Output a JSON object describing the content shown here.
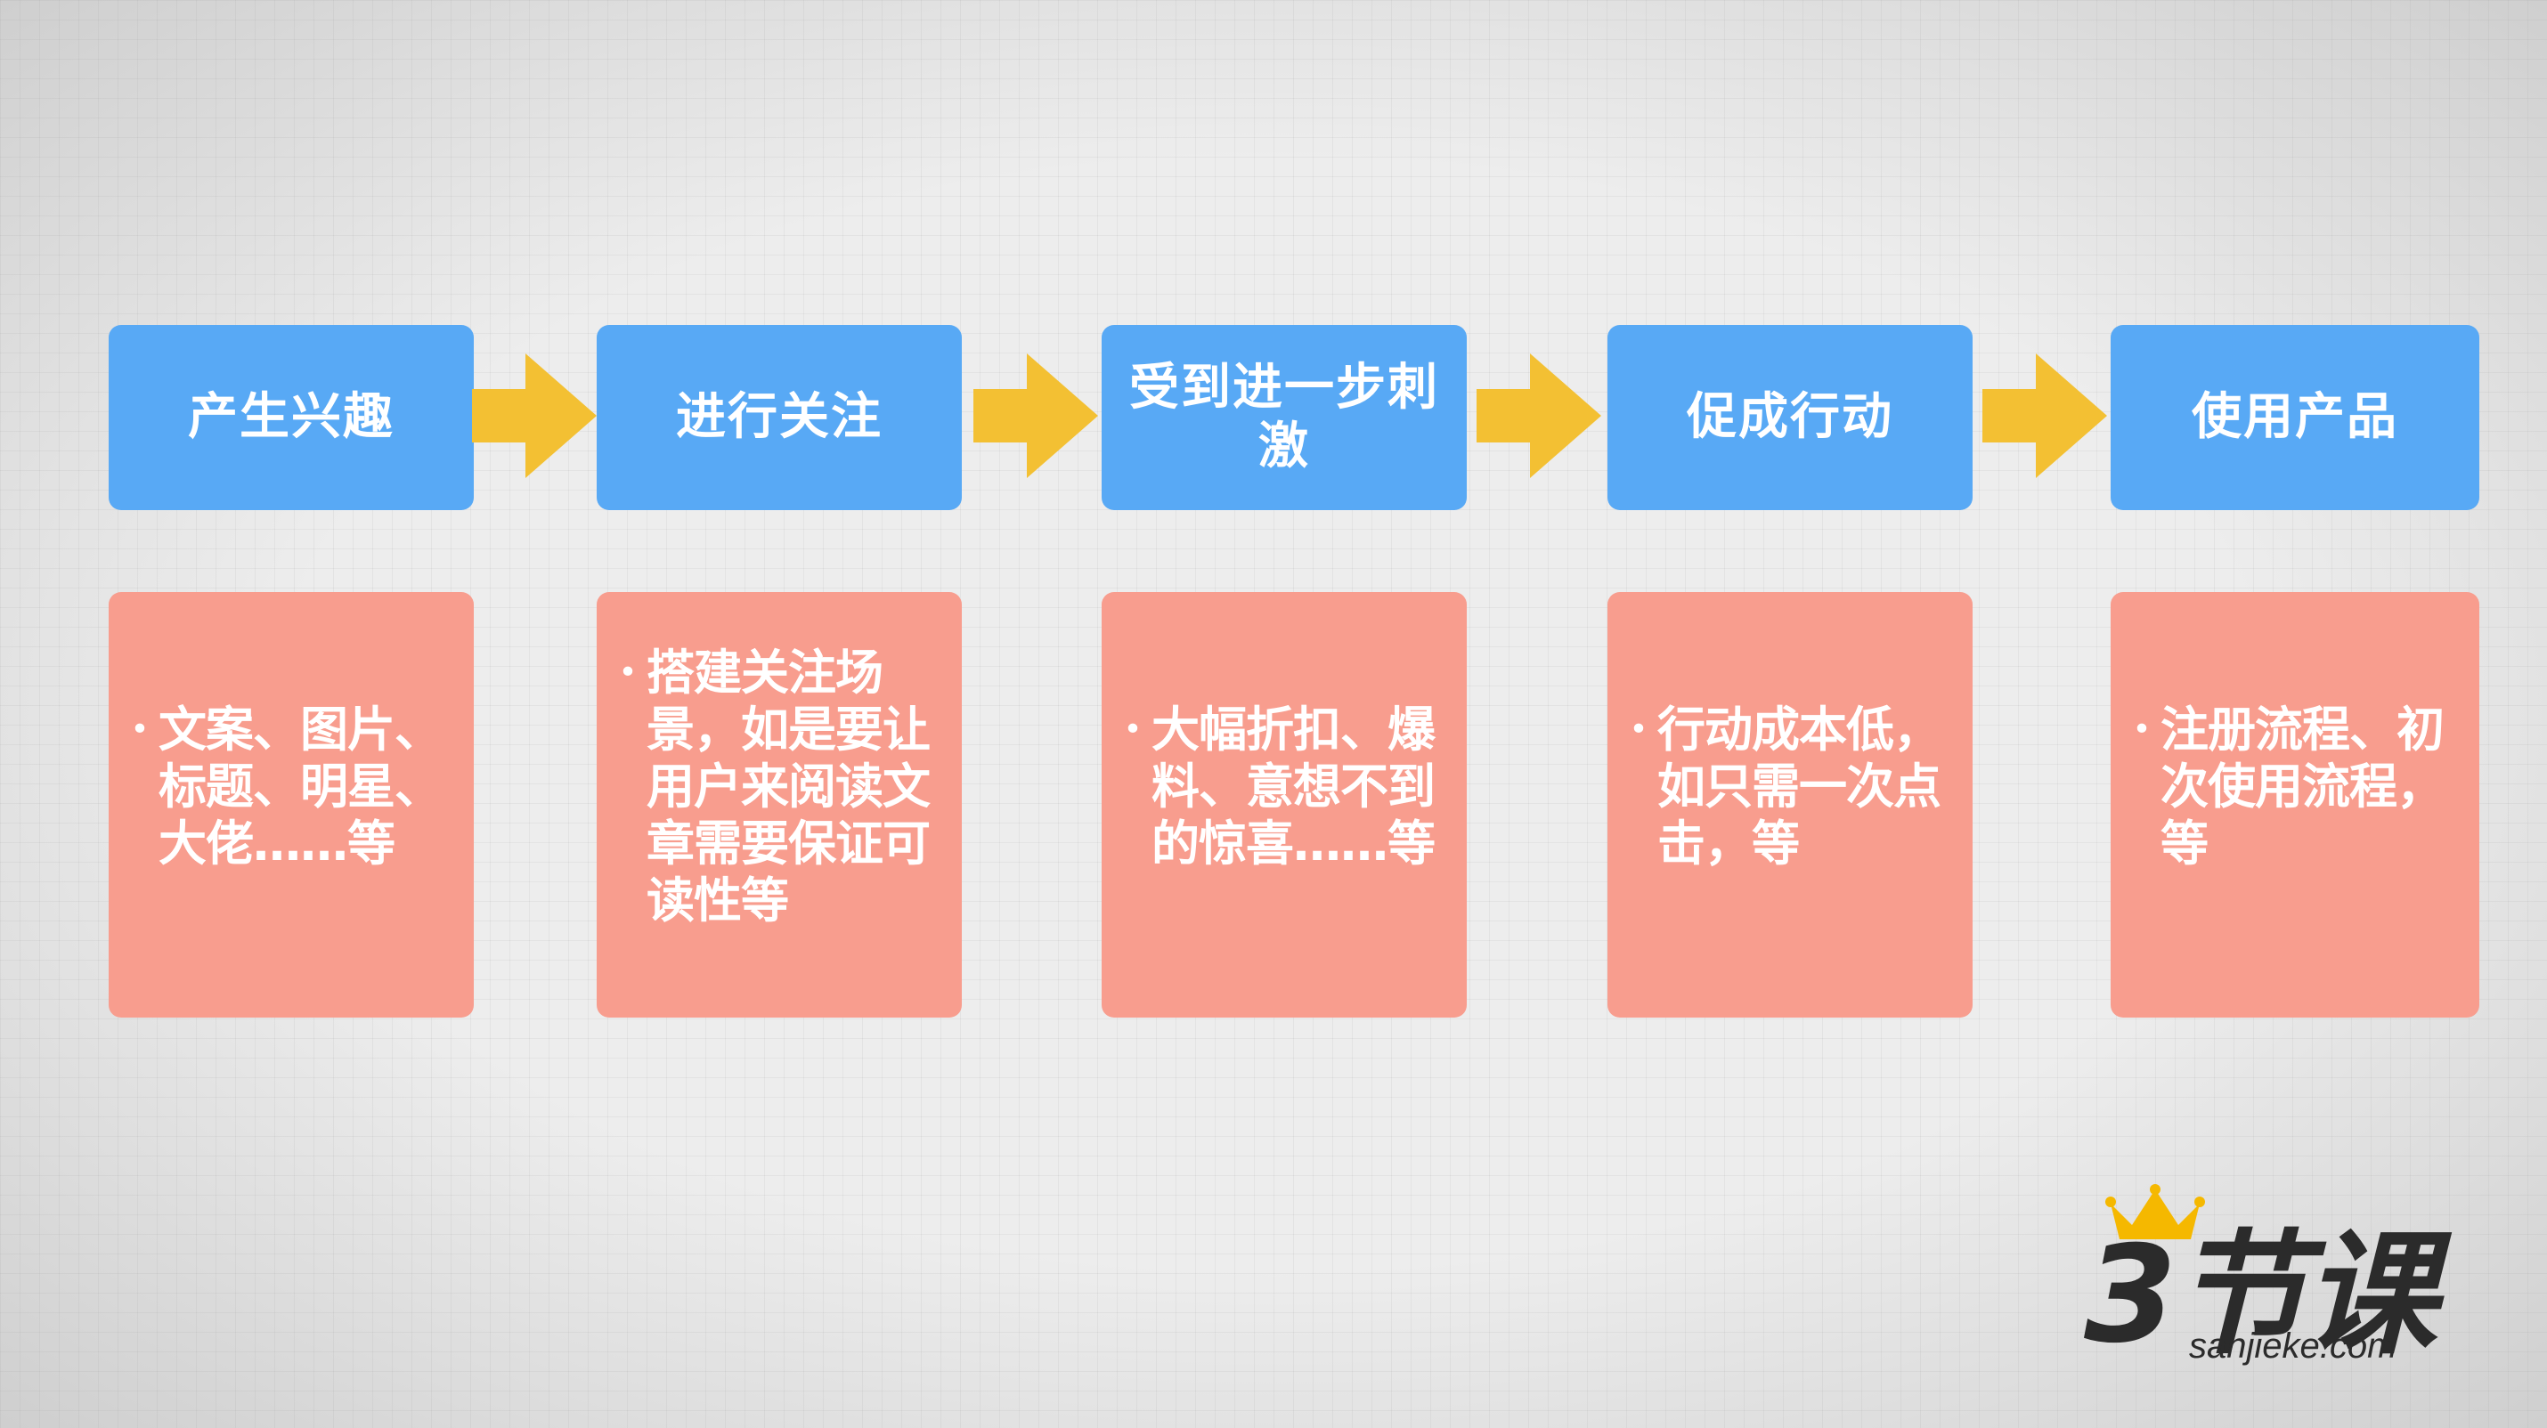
{
  "steps": [
    {
      "title": "产生兴趣",
      "detail": "文案、图片、标题、明星、大佬……等"
    },
    {
      "title": "进行关注",
      "detail": "搭建关注场景，如是要让用户来阅读文章需要保证可读性等"
    },
    {
      "title": "受到进一步刺激",
      "detail": "大幅折扣、爆料、意想不到的惊喜……等"
    },
    {
      "title": "促成行动",
      "detail": "行动成本低，如只需一次点击，等"
    },
    {
      "title": "使用产品",
      "detail": "注册流程、初次使用流程，等"
    }
  ],
  "bullet_glyph": "•",
  "logo": {
    "main_text": "3节课",
    "sub_text": "sanjieke.com"
  },
  "colors": {
    "step_fill": "#58a9f5",
    "detail_fill": "#f89d8e",
    "arrow_fill": "#f3c033",
    "text": "#ffffff",
    "logo_text": "#2b2b2b",
    "crown": "#f5b800"
  },
  "icons": {
    "arrow": "right-arrow-icon",
    "crown": "crown-icon"
  }
}
